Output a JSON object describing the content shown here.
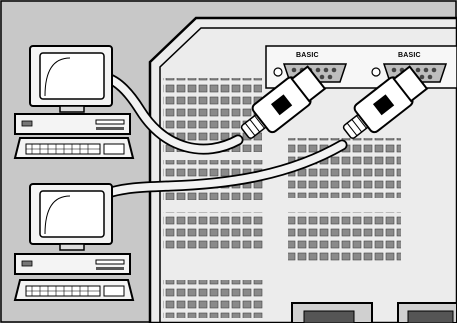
{
  "ports": [
    {
      "label": "BASIC"
    },
    {
      "label": "BASIC"
    }
  ],
  "computers": [
    {
      "name": "computer-1"
    },
    {
      "name": "computer-2"
    }
  ],
  "colors": {
    "background": "#c8c8c8",
    "panel": "#f2f2f2",
    "slot": "#7f7f7f",
    "ink": "#000000"
  }
}
